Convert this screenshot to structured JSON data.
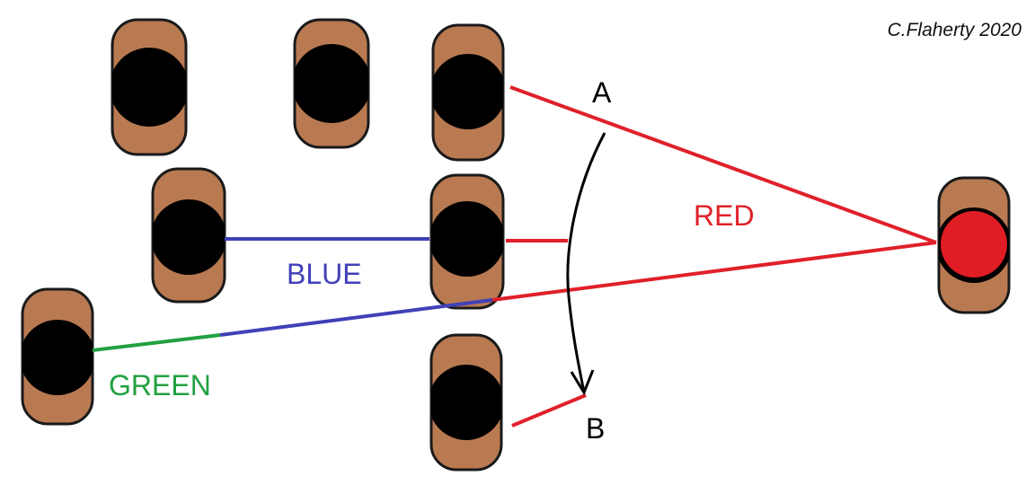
{
  "credit": "C.Flaherty 2020",
  "labels": {
    "a": "A",
    "b": "B",
    "red": "RED",
    "blue": "BLUE",
    "green": "GREEN"
  },
  "colors": {
    "red": "#e0202a",
    "blue": "#4040b8",
    "green": "#22a040",
    "black": "#000000",
    "skin": "#b97a52",
    "outline": "#1a1a1a",
    "ball": "#e01c24"
  }
}
